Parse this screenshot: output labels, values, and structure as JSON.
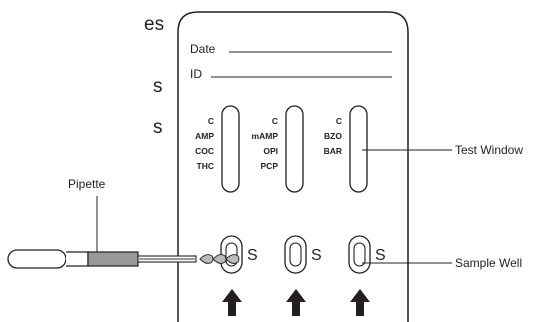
{
  "left_fragments": [
    "es",
    "s",
    "s"
  ],
  "card": {
    "date_label": "Date",
    "id_label": "ID",
    "windows": [
      {
        "labels": [
          "C",
          "AMP",
          "COC",
          "THC"
        ]
      },
      {
        "labels": [
          "C",
          "mAMP",
          "OPI",
          "PCP"
        ]
      },
      {
        "labels": [
          "C",
          "BZO",
          "BAR"
        ]
      }
    ],
    "sample_label": "S"
  },
  "callouts": {
    "pipette": "Pipette",
    "test_window": "Test Window",
    "sample_well": "Sample Well"
  }
}
